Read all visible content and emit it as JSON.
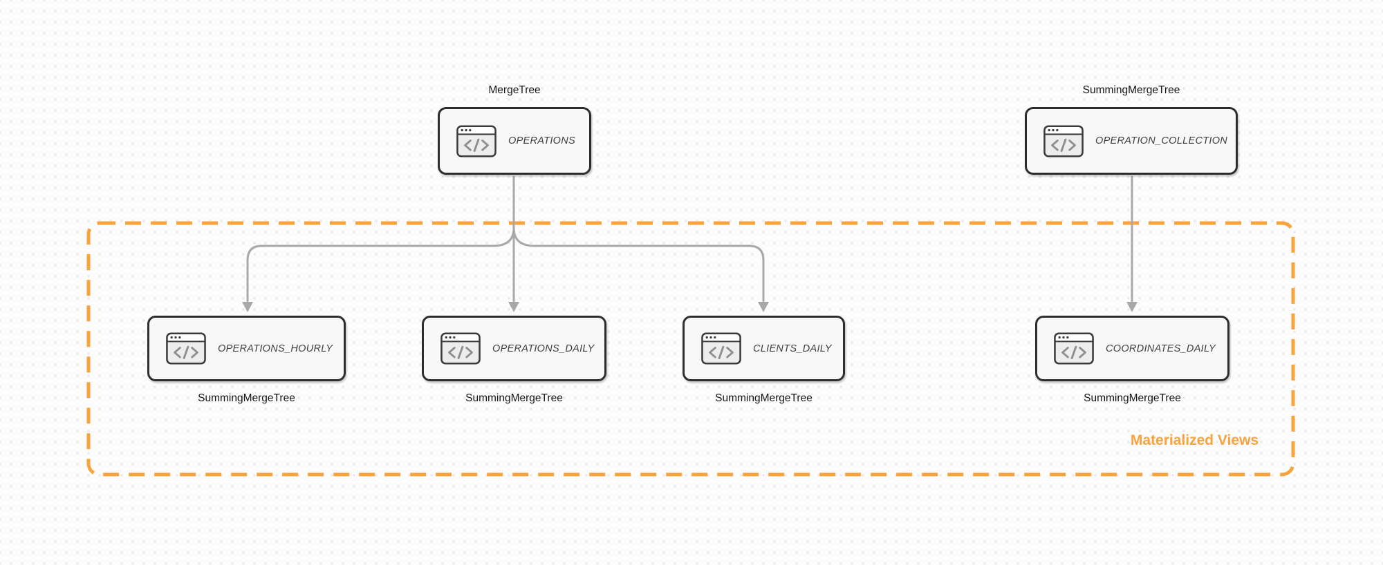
{
  "diagram": {
    "group": {
      "label": "Materialized Views",
      "accent_color": "#F8A33C"
    },
    "nodes": [
      {
        "id": "operations",
        "title": "OPERATIONS",
        "engine": "MergeTree",
        "engine_position": "above",
        "icon": "code-window-icon"
      },
      {
        "id": "operation_collection",
        "title": "OPERATION_COLLECTION",
        "engine": "SummingMergeTree",
        "engine_position": "above",
        "icon": "code-window-icon"
      },
      {
        "id": "operations_hourly",
        "title": "OPERATIONS_HOURLY",
        "engine": "SummingMergeTree",
        "engine_position": "below",
        "icon": "code-window-icon"
      },
      {
        "id": "operations_daily",
        "title": "OPERATIONS_DAILY",
        "engine": "SummingMergeTree",
        "engine_position": "below",
        "icon": "code-window-icon"
      },
      {
        "id": "clients_daily",
        "title": "CLIENTS_DAILY",
        "engine": "SummingMergeTree",
        "engine_position": "below",
        "icon": "code-window-icon"
      },
      {
        "id": "coordinates_daily",
        "title": "COORDINATES_DAILY",
        "engine": "SummingMergeTree",
        "engine_position": "below",
        "icon": "code-window-icon"
      }
    ],
    "edges": [
      {
        "from": "operations",
        "to": "operations_hourly"
      },
      {
        "from": "operations",
        "to": "operations_daily"
      },
      {
        "from": "operations",
        "to": "clients_daily"
      },
      {
        "from": "operation_collection",
        "to": "coordinates_daily"
      }
    ],
    "colors": {
      "background": "#FCFCFC",
      "dot_grid": "#E3E3E3",
      "node_border": "#2D2D2D",
      "node_fill": "#F8F8F8",
      "edge": "#A8A8A8",
      "group_accent": "#F8A33C"
    }
  }
}
